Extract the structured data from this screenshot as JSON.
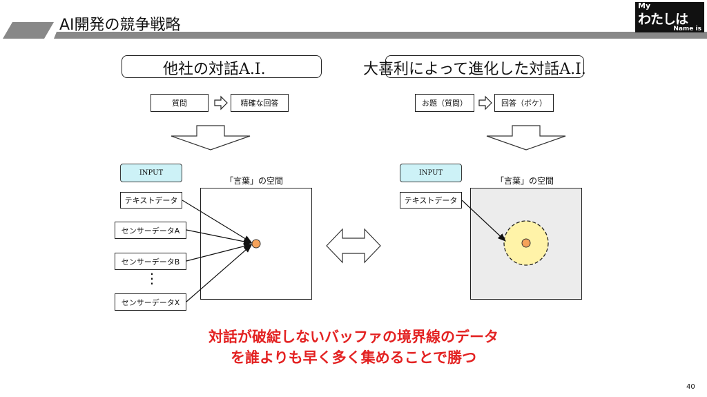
{
  "header": {
    "title": "AI開発の競争戦略"
  },
  "logo": {
    "my": "My",
    "main": "わたしは",
    "name_is": "Name is"
  },
  "left": {
    "heading": "他社の対話",
    "heading_ai": "A.I.",
    "flow": {
      "input": "質問",
      "output": "精確な回答"
    },
    "input_tag": "INPUT",
    "space_label": "「言葉」の空間",
    "inputs": [
      "テキストデータ",
      "センサーデータA",
      "センサーデータB",
      "センサーデータX"
    ],
    "ellipsis": "⋮"
  },
  "right": {
    "heading": "大喜利によって進化した対話",
    "heading_ai": "A.I.",
    "flow": {
      "input": "お題（質問）",
      "output": "回答（ボケ）"
    },
    "input_tag": "INPUT",
    "space_label": "「言葉」の空間",
    "inputs": [
      "テキストデータ"
    ]
  },
  "conclusion": {
    "line1": "対話が破綻しないバッファの境界線のデータ",
    "line2": "を誰よりも早く多く集めることで勝つ"
  },
  "page_number": "40",
  "colors": {
    "conclusion": "#e32222",
    "input_tag_bg": "#cdf2f7",
    "point": "#f5a25a",
    "buffer": "#fff3a8",
    "space_bg": "#ececec"
  }
}
